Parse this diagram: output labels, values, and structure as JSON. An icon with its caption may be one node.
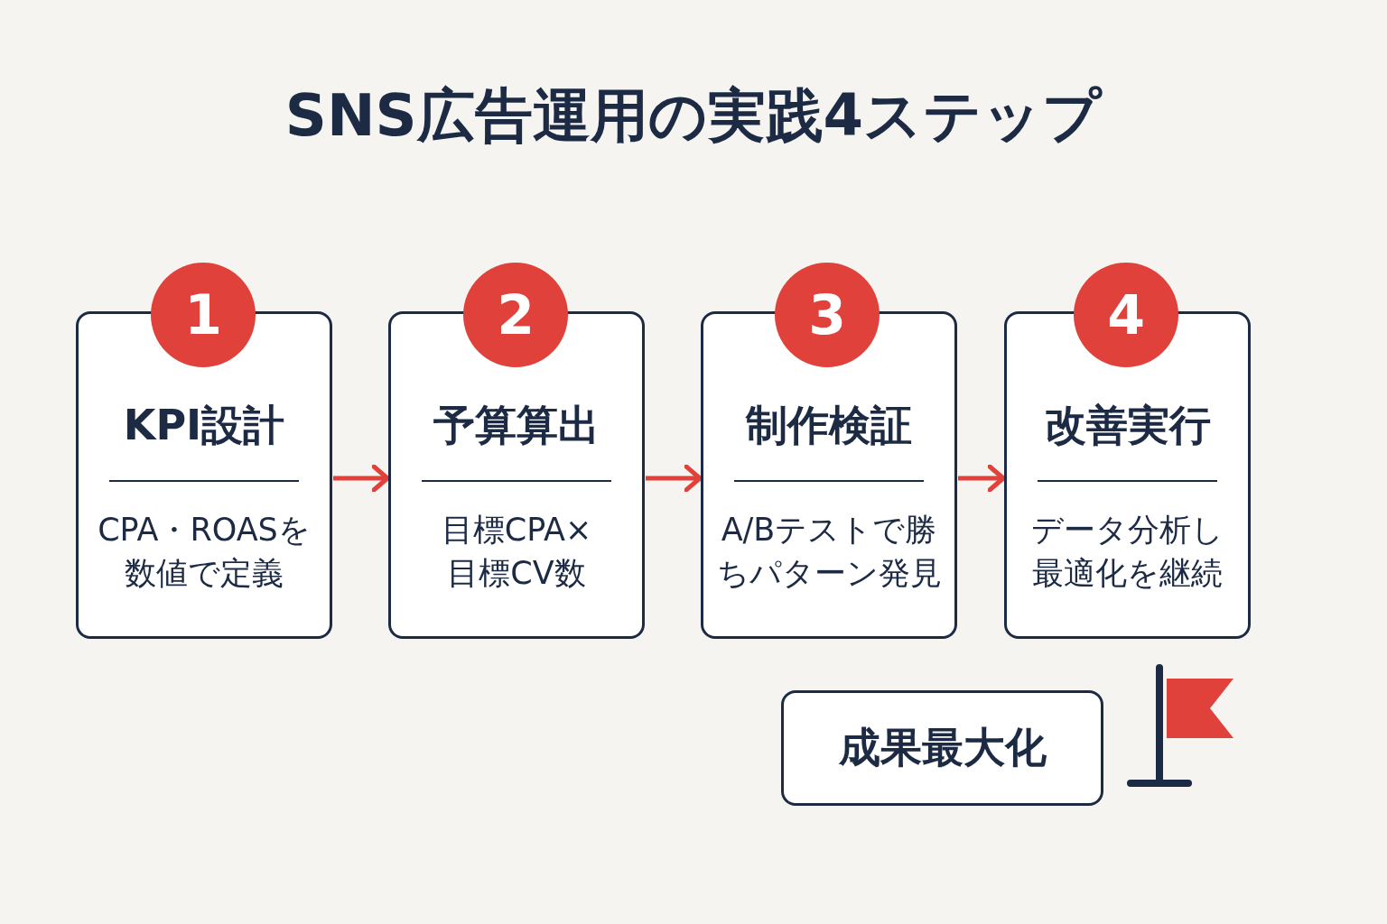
{
  "diagram": {
    "title": "SNS広告運用の実践4ステップ",
    "nodes": [
      {
        "text": [
          "1"
        ]
      },
      {
        "text": [
          "KPI設計",
          "CPA・ROASを数値で定義"
        ]
      },
      {
        "text": [
          "2"
        ]
      },
      {
        "text": [
          "予算算出",
          "目標CPA×目標CV数"
        ]
      },
      {
        "text": [
          "3"
        ]
      },
      {
        "text": [
          "制作検証",
          "A/Bテストで勝ちパターン発見"
        ]
      },
      {
        "text": [
          "4"
        ]
      },
      {
        "text": [
          "改善実行",
          "データ分析し最適化を継続"
        ]
      },
      {
        "text": [
          "成果最大化"
        ]
      }
    ],
    "edges": [
      {
        "from": 1,
        "to": 3,
        "arrow": "to"
      },
      {
        "from": 3,
        "to": 5,
        "arrow": "to"
      },
      {
        "from": 5,
        "to": 7,
        "arrow": "to"
      }
    ]
  }
}
